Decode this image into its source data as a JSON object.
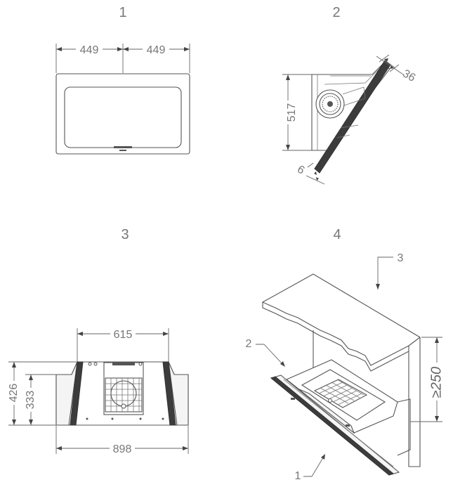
{
  "views": {
    "v1": {
      "number": "1",
      "dim_left": "449",
      "dim_right": "449"
    },
    "v2": {
      "number": "2",
      "dim_height": "517",
      "dim_top": "36",
      "dim_bottom": "6"
    },
    "v3": {
      "number": "3",
      "dim_top": "615",
      "dim_outer_height": "426",
      "dim_inner_height": "333",
      "dim_bottom": "898"
    },
    "v4": {
      "number": "4",
      "callout_1": "1",
      "callout_2": "2",
      "callout_3": "3",
      "dim_clearance": "≥250"
    }
  }
}
